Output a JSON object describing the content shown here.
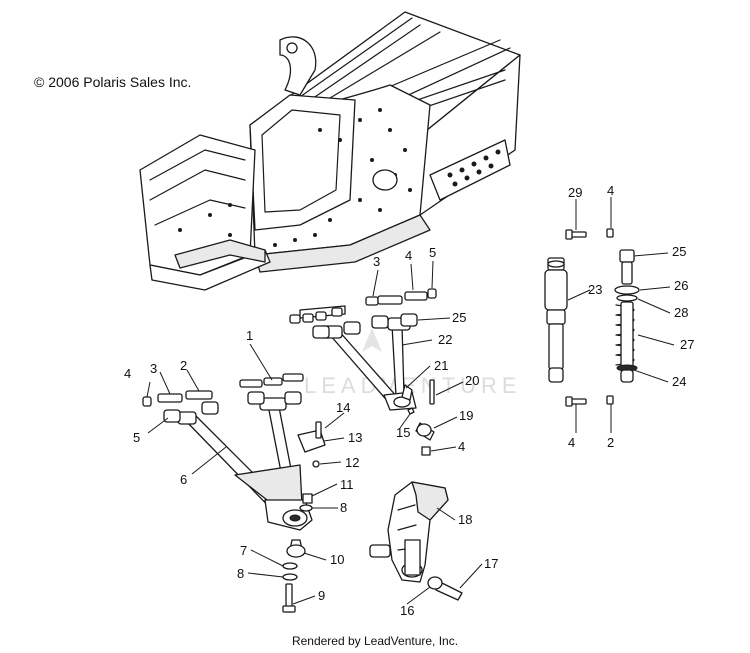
{
  "copyright": "© 2006 Polaris Sales Inc.",
  "footer": "Rendered by LeadVenture, Inc.",
  "watermark": "LEADVENTURE",
  "callouts": [
    "29",
    "4",
    "25",
    "26",
    "28",
    "27",
    "24",
    "23",
    "4",
    "2",
    "3",
    "4",
    "5",
    "25",
    "22",
    "21",
    "20",
    "19",
    "15",
    "4",
    "1",
    "4",
    "3",
    "2",
    "5",
    "6",
    "14",
    "13",
    "12",
    "11",
    "8",
    "18",
    "7",
    "10",
    "8",
    "9",
    "17",
    "16"
  ]
}
